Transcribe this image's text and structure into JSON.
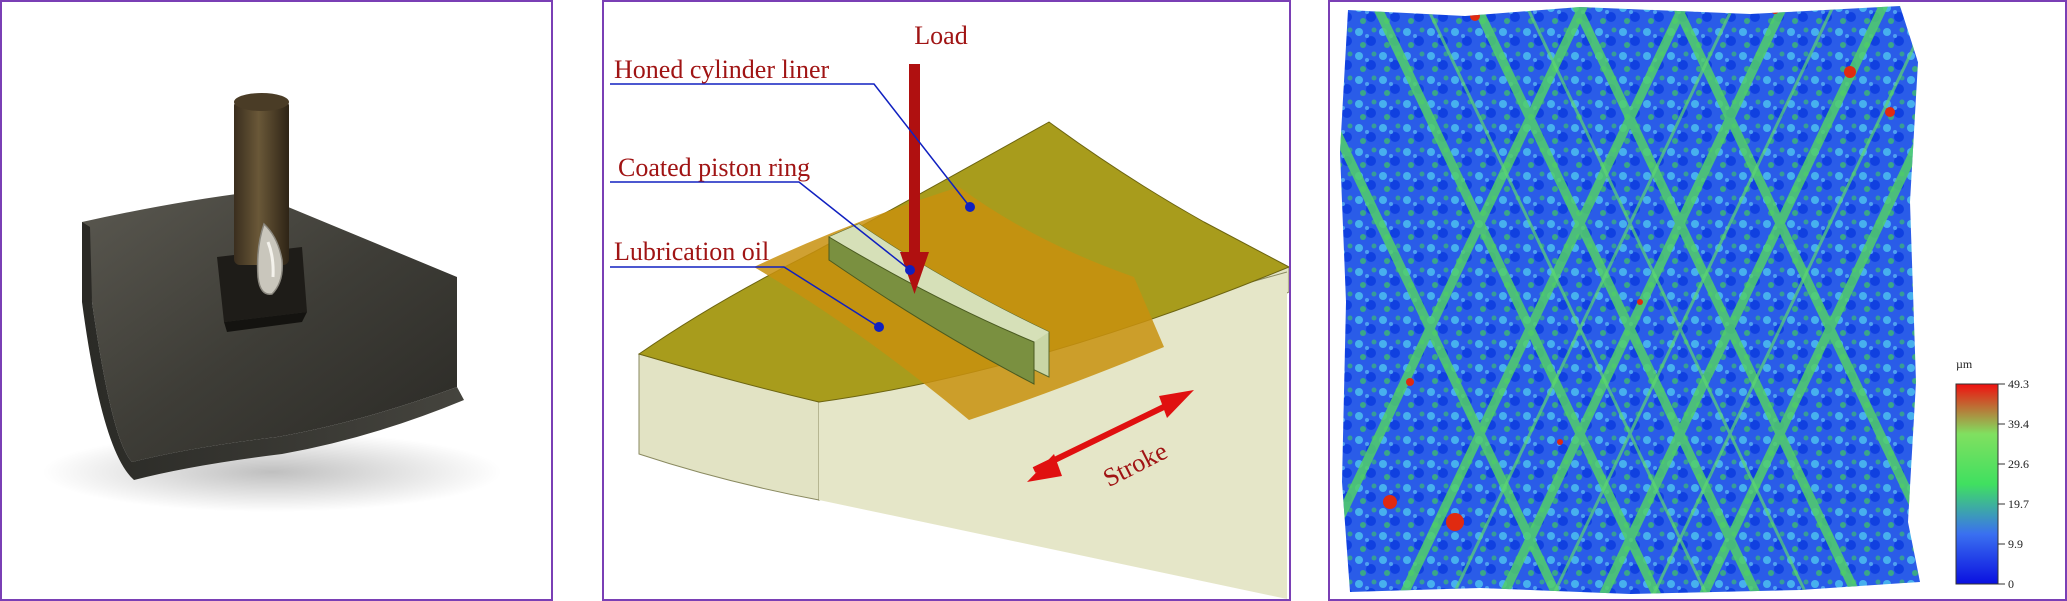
{
  "photo_panel": {
    "label": "Specimen photo: piston ring segment mounted on cylinder liner section"
  },
  "diagram": {
    "load_label": "Load",
    "liner_label": "Honed cylinder liner",
    "ring_label": "Coated piston ring",
    "oil_label": "Lubrication oil",
    "stroke_label": "Stroke",
    "colors": {
      "liner_top": "#a89c1c",
      "liner_side": "#e2e3c4",
      "oil": "#c8900e",
      "ring_top": "#7a9040",
      "ring_side": "#c9d6a6",
      "arrow": "#b01010",
      "stroke_arrow": "#e01010",
      "leader": "#1020c0"
    }
  },
  "surface": {
    "unit": "µm",
    "colorbar_ticks": [
      "49.3",
      "39.4",
      "29.6",
      "19.7",
      "9.9",
      "0"
    ],
    "colors": {
      "low": "#1040e0",
      "mid": "#40c860",
      "high": "#e01010"
    }
  }
}
